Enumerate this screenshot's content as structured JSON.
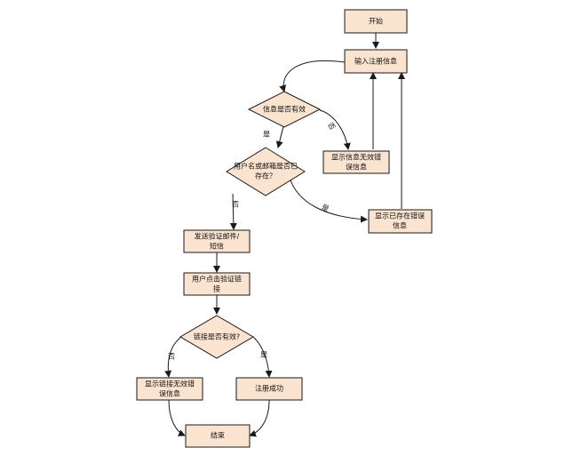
{
  "nodes": {
    "start": "开始",
    "input": "输入注册信息",
    "valid": "信息是否有效",
    "exists_1": "用户名或邮箱是否已",
    "exists_2": "存在？",
    "show_invalid_1": "显示信息无效错",
    "show_invalid_2": "误信息",
    "show_exists_1": "显示已存在错误",
    "show_exists_2": "信息",
    "send_1": "发送验证邮件/",
    "send_2": "短信",
    "click_1": "用户点击验证链",
    "click_2": "接",
    "link_valid": "链接是否有效?",
    "link_invalid_1": "显示链接无效错",
    "link_invalid_2": "误信息",
    "success": "注册成功",
    "end": "结束"
  },
  "edges": {
    "valid_no": "否",
    "valid_yes": "是",
    "exists_yes": "是",
    "exists_no": "否",
    "link_no": "否",
    "link_yes": "是"
  },
  "colors": {
    "node_fill": "#fae3cf",
    "stroke": "#1a1a1a"
  }
}
